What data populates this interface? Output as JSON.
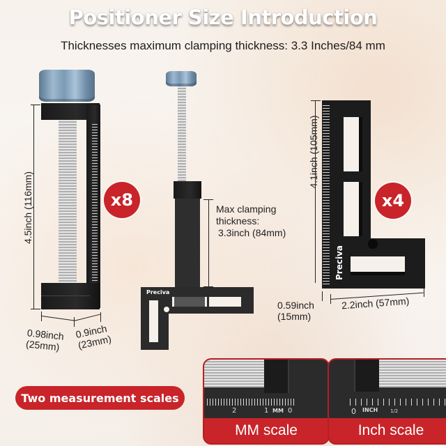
{
  "header": {
    "title": "Positioner Size Introduction",
    "subtitle": "Thicknesses maximum clamping thickness: 3.3 Inches/84 mm"
  },
  "product_left": {
    "height_label": "4.5inch (116mm)",
    "width_label_1": "0.98inch",
    "width_label_1_mm": "(25mm)",
    "width_label_2": "0.9inch",
    "width_label_2_mm": "(23mm)",
    "quantity_badge": "x8"
  },
  "product_center": {
    "brand": "Preciva",
    "clamp_label_line1": "Max clamping",
    "clamp_label_line2": "thickness:",
    "clamp_label_line3": "3.3inch (84mm)"
  },
  "product_right": {
    "brand": "Preciva",
    "height_label": "4.1inch (105mm)",
    "thickness_label": "0.59inch",
    "thickness_label_mm": "(15mm)",
    "width_label": "2.2inch (57mm)",
    "quantity_badge": "x4"
  },
  "scales": {
    "pill_label": "Two measurement scales",
    "mm_card": {
      "label": "MM scale",
      "tick_numbers": [
        "2",
        "1",
        "MM",
        "0"
      ]
    },
    "inch_card": {
      "label": "Inch scale",
      "tick_numbers": [
        "0",
        "INCH",
        "1/2"
      ]
    }
  },
  "colors": {
    "accent_red": "#c8242a",
    "knob_blue": "#8fabc4",
    "body_black": "#1e1e1e"
  }
}
